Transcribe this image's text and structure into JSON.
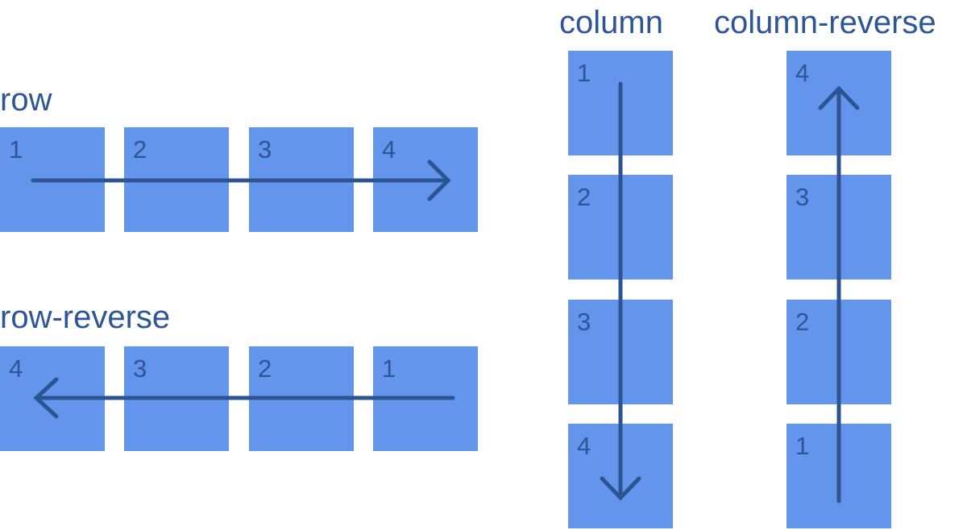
{
  "colors": {
    "box_fill": "#6495ed",
    "text": "#2d5597",
    "arrow": "#2b5493"
  },
  "groups": {
    "row": {
      "label": "row",
      "items": [
        "1",
        "2",
        "3",
        "4"
      ]
    },
    "row_reverse": {
      "label": "row-reverse",
      "items": [
        "4",
        "3",
        "2",
        "1"
      ]
    },
    "column": {
      "label": "column",
      "items": [
        "1",
        "2",
        "3",
        "4"
      ]
    },
    "column_reverse": {
      "label": "column-reverse",
      "items": [
        "4",
        "3",
        "2",
        "1"
      ]
    }
  }
}
